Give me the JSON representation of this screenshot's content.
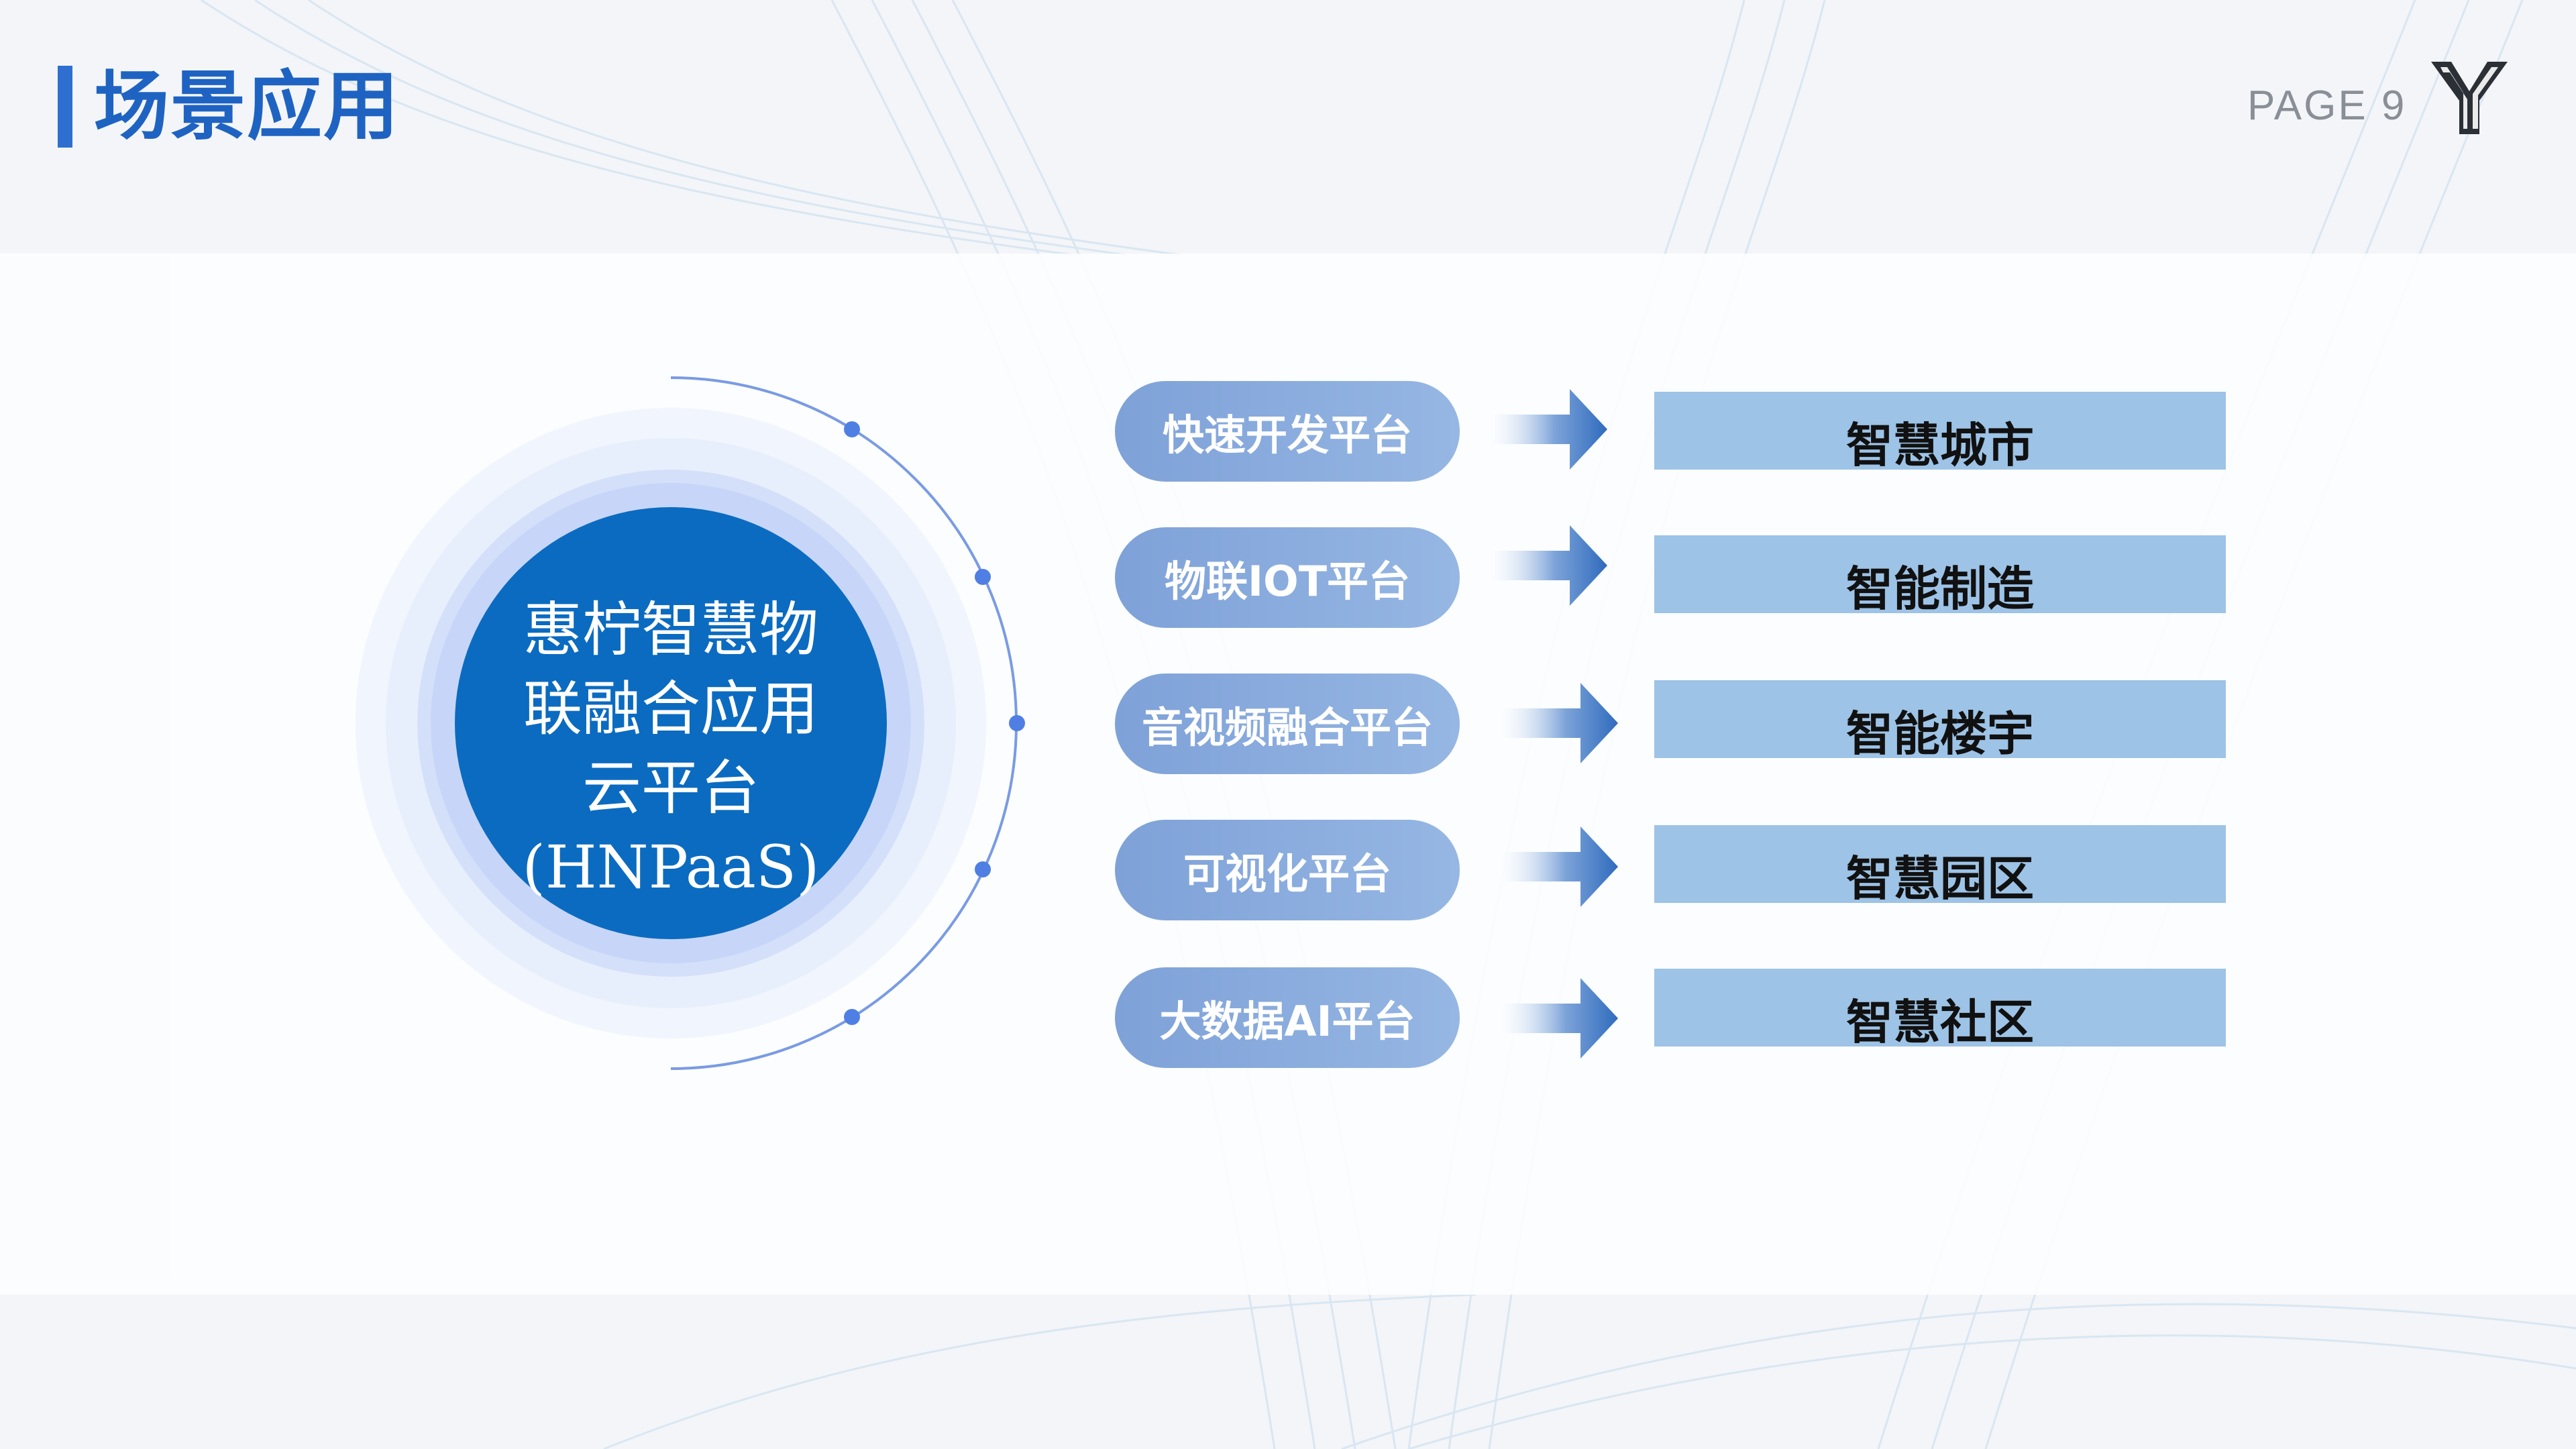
{
  "header": {
    "title": "场景应用",
    "page_label": "PAGE 9"
  },
  "center": {
    "lines": [
      "惠柠智慧物",
      "联融合应用",
      "云平台",
      "(HNPaaS)"
    ]
  },
  "rows": [
    {
      "platform": "快速开发平台",
      "application": "智慧城市"
    },
    {
      "platform": "物联IOT平台",
      "application": "智能制造"
    },
    {
      "platform": "音视频融合平台",
      "application": "智能楼宇"
    },
    {
      "platform": "可视化平台",
      "application": "智慧园区"
    },
    {
      "platform": "大数据AI平台",
      "application": "智慧社区"
    }
  ],
  "colors": {
    "accent": "#1f63c2",
    "circle_core": "#0b6bc0",
    "pill": "#8aaedf",
    "target_box": "#9dc3e6"
  },
  "icons": {
    "logo": "logo-icon",
    "arrow": "right-arrow-icon"
  }
}
